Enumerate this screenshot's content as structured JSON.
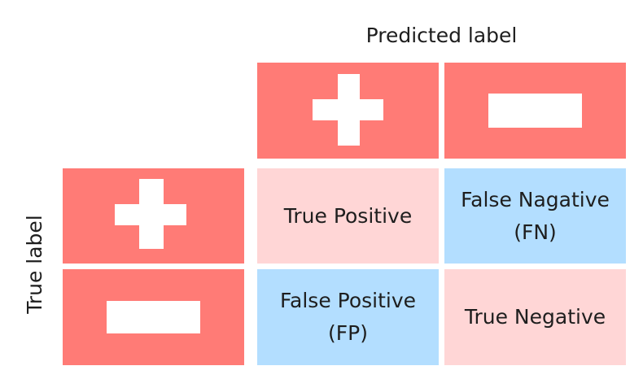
{
  "axes": {
    "predicted_label": "Predicted label",
    "true_label": "True label"
  },
  "colors": {
    "header": "#ff7b76",
    "correct": "#ffd6d6",
    "error": "#b3deff"
  },
  "headers": {
    "predicted": [
      "plus-icon",
      "minus-icon"
    ],
    "true": [
      "plus-icon",
      "minus-icon"
    ]
  },
  "cells": {
    "true_positive": "True Positive",
    "false_negative": "False Nagative\n(FN)",
    "false_positive": "False Positive\n(FP)",
    "true_negative": "True Negative"
  }
}
